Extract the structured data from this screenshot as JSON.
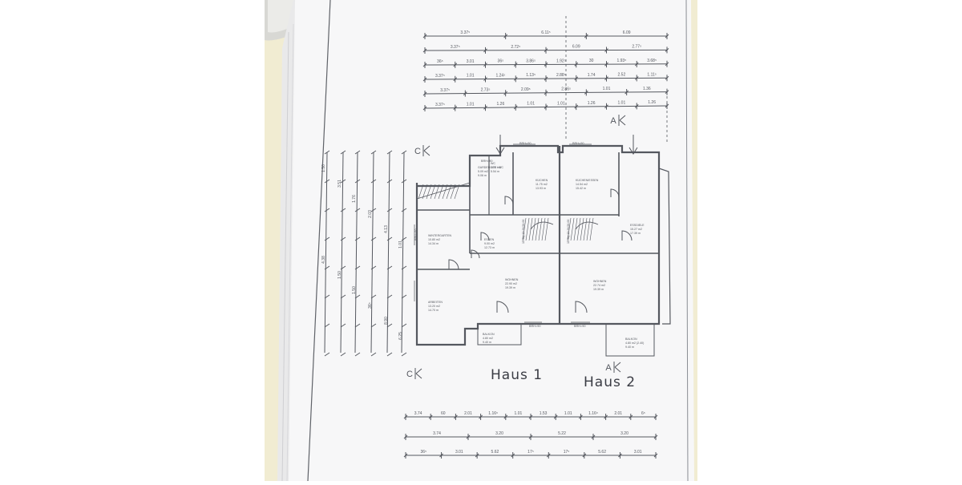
{
  "photo": {
    "subject": "floor-plan-sheet",
    "colors": {
      "desk": "#f1ecd2",
      "desk_shadow": "#e4dcc0",
      "paper": "#f7f7f8",
      "ink": "#55585f",
      "ink_light": "#9a9da4",
      "wall": "#6d7077"
    }
  },
  "plan": {
    "top_dimension_rows": [
      [
        "3.37⁵",
        "6.11⁵",
        "6.09"
      ],
      [
        "3.37⁵",
        "2.72⁵",
        "6.09",
        "2.77⁵"
      ],
      [
        "36⁵",
        "3.01",
        "36⁵",
        "3.86⁵",
        "1.92⁵",
        "30",
        "1.93⁵",
        "3.68⁵"
      ],
      [
        "3.37⁵",
        "1.01",
        "1.24⁵",
        "1.13⁵",
        "2.88⁵",
        "1.74",
        "2.52",
        "1.11⁵"
      ],
      [
        "3.37⁵",
        "2.73⁵",
        "2.09⁵",
        "2.86⁵",
        "1.01",
        "1.36"
      ],
      [
        "3.37⁵",
        "1.01",
        "1.26",
        "1.01",
        "1.01",
        "1.26",
        "1.01",
        "1.26"
      ]
    ],
    "left_dimension_labels": [
      "1.50",
      "3.51",
      "1.76",
      "2.03",
      "4.13",
      "1.01",
      "4.38",
      "1.50",
      "1.50",
      "36⁵",
      "8.90",
      "6.25"
    ],
    "section_markers": [
      {
        "name": "C",
        "position": "top"
      },
      {
        "name": "A",
        "position": "top"
      },
      {
        "name": "C",
        "position": "bottom"
      },
      {
        "name": "A",
        "position": "bottom"
      }
    ],
    "rooms": [
      {
        "name": "GARDEROBE / WC",
        "area": "5.09 m2",
        "perimeter": "9.06 m"
      },
      {
        "name": "WC",
        "area": "1.70 m2",
        "perimeter": "5.54 m"
      },
      {
        "name": "KÜCHEN",
        "area": "11.75 m2",
        "perimeter": "13.93 m"
      },
      {
        "name": "KÜCHEN/ESSEN",
        "area": "14.54 m2",
        "perimeter": "15.42 m"
      },
      {
        "name": "WINTERGARTEN",
        "area": "10.80 m2",
        "perimeter": "14.34 m"
      },
      {
        "name": "ESSEN",
        "area": "9.00 m2",
        "perimeter": "12.73 m"
      },
      {
        "name": "ESSDIELE",
        "area": "15.27 m2",
        "perimeter": "17.39 m"
      },
      {
        "name": "ARBEITEN",
        "area": "13.20 m2",
        "perimeter": "14.70 m"
      },
      {
        "name": "WOHNEN",
        "area": "22.90 m2",
        "perimeter": "19.39 m"
      },
      {
        "name": "WOHNEN",
        "area": "22.74 m2",
        "perimeter": "19.39 m"
      },
      {
        "name": "BALKON",
        "area": "4.80 m2",
        "perimeter": "9.40 m"
      },
      {
        "name": "BALKON",
        "area": "4.80 m2 (2.40)",
        "perimeter": "9.40 m"
      }
    ],
    "window_labels": [
      "BRH=90",
      "BRH=90",
      "BRH=90",
      "BRH=90",
      "BRH=90",
      "BRH=90"
    ],
    "stair_labels": [
      "15 Stg 19.26/26.00",
      "15 Stg 19.26/26.00"
    ],
    "house_labels": [
      "Haus 1",
      "Haus 2"
    ],
    "bottom_dimension_rows": [
      [
        "3.74",
        "60",
        "2.01",
        "1.16⁵",
        "1.01",
        "1.53",
        "1.01",
        "1.16⁵",
        "2.01",
        "6⁵"
      ],
      [
        "3.74",
        "3.20",
        "5.22",
        "3.20"
      ],
      [
        "36⁵",
        "3.01",
        "5.62",
        "17⁵",
        "17⁵",
        "5.62",
        "3.01"
      ]
    ]
  }
}
